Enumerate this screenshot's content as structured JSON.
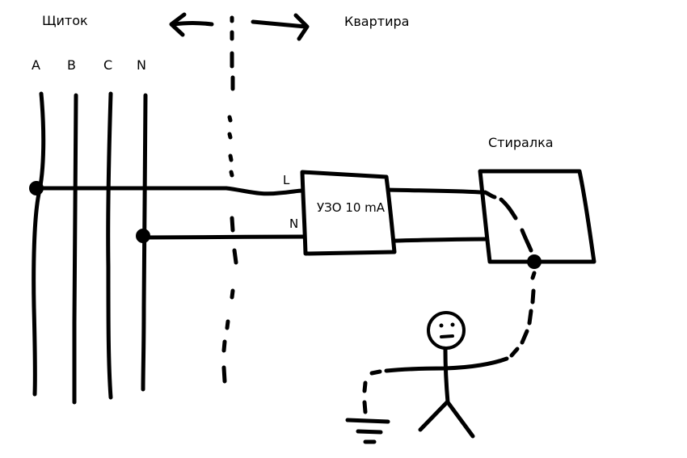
{
  "labels": {
    "panel": "Щиток",
    "apartment": "Квартира",
    "washer": "Стиралка",
    "rcd": "УЗО 10 mA",
    "terminal_l": "L",
    "terminal_n": "N"
  },
  "bus": {
    "a": "A",
    "b": "B",
    "c": "C",
    "n": "N"
  },
  "colors": {
    "ink": "#000000",
    "background": "#ffffff"
  }
}
